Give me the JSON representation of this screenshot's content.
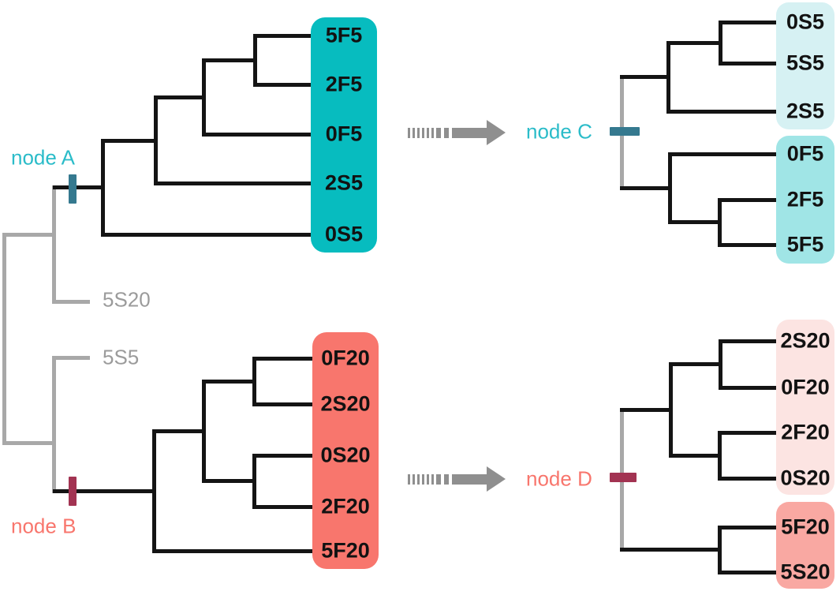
{
  "palette": {
    "teal": "#07bcbf",
    "teal_light": "#d6f1f3",
    "teal_medium": "#a0e5e6",
    "salmon": "#f8766d",
    "salmon_light": "#fce4e2",
    "salmon_medium": "#f9a8a2",
    "tick_teal": "#35798f",
    "tick_maroon": "#a23352",
    "gray_line": "#a8a8a8",
    "gray_text": "#9b9b9b",
    "arrow_gray": "#8f8f8f",
    "black_line": "#141414",
    "label_teal": "#2bbcc9"
  },
  "left": {
    "node_a": "node A",
    "node_b": "node B",
    "outgroup_upper": "5S20",
    "outgroup_lower": "5S5",
    "clade_a_leaves": [
      "5F5",
      "2F5",
      "0F5",
      "2S5",
      "0S5"
    ],
    "clade_b_leaves": [
      "0F20",
      "2S20",
      "0S20",
      "2F20",
      "5F20"
    ]
  },
  "right": {
    "node_c": "node C",
    "node_d": "node D",
    "tree_c_upper": [
      "0S5",
      "5S5",
      "2S5"
    ],
    "tree_c_lower": [
      "0F5",
      "2F5",
      "5F5"
    ],
    "tree_d_upper": [
      "2S20",
      "0F20",
      "2F20",
      "0S20"
    ],
    "tree_d_lower": [
      "5F20",
      "5S20"
    ]
  }
}
